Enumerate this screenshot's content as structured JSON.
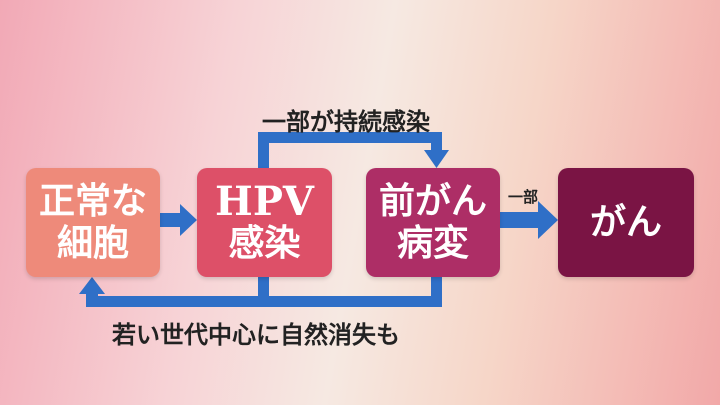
{
  "boxes": [
    {
      "line1": "正常な",
      "line2": "細胞",
      "color": "#ee8a7a"
    },
    {
      "line1": "HPV",
      "line2": "感染",
      "color": "#dd5068"
    },
    {
      "line1": "前がん",
      "line2": "病変",
      "color": "#ad2e66"
    },
    {
      "line1": "がん",
      "color": "#7a1444"
    }
  ],
  "labels": {
    "persistent": "一部が持続感染",
    "partial": "一部",
    "regression": "若い世代中心に自然消失も"
  },
  "arrow_color": "#2f6fc7"
}
